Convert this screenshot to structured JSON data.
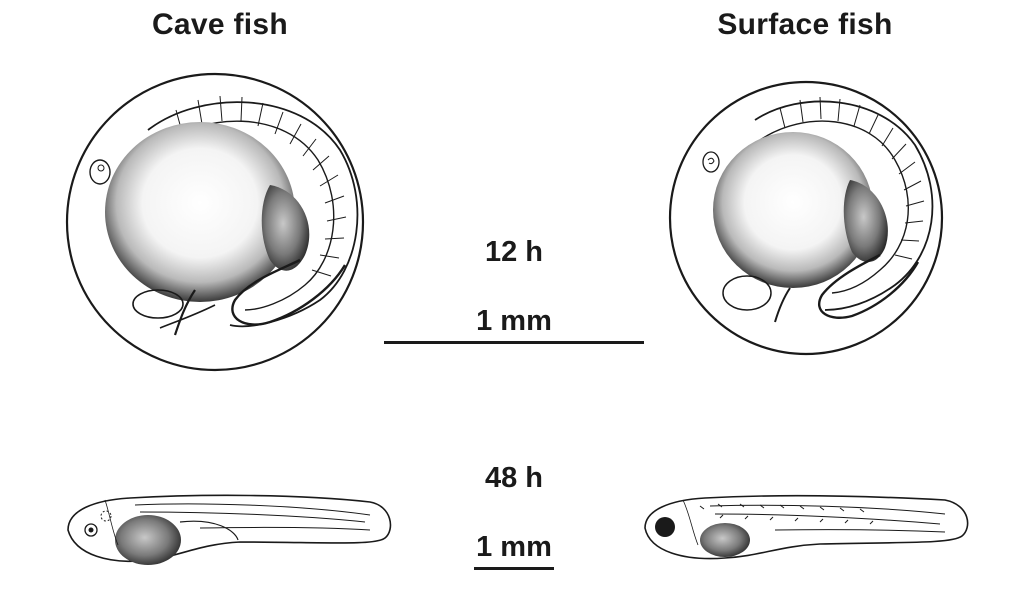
{
  "titles": {
    "cave": "Cave fish",
    "surface": "Surface fish"
  },
  "stages": {
    "embryo": "12 h",
    "larva": "48 h"
  },
  "scale": {
    "embryo": "1 mm",
    "larva": "1 mm"
  },
  "colors": {
    "ink": "#1a1a1a",
    "background": "#ffffff"
  }
}
